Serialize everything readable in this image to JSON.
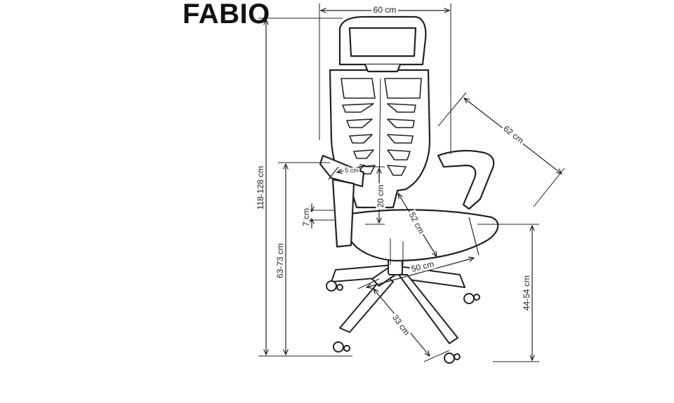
{
  "title": "FABIO",
  "dimensions": {
    "width": "60 cm",
    "depth": "62 cm",
    "total_height": "118-128 cm",
    "armrest_height": "63-73 cm",
    "seat_height": "44-54 cm",
    "seat_depth": "52 cm",
    "seat_width": "50 cm",
    "base_radius": "33 cm",
    "armrest_to_seat": "20 cm",
    "armrest_width": "5 cm",
    "armrest_adjust": "7 cm"
  }
}
